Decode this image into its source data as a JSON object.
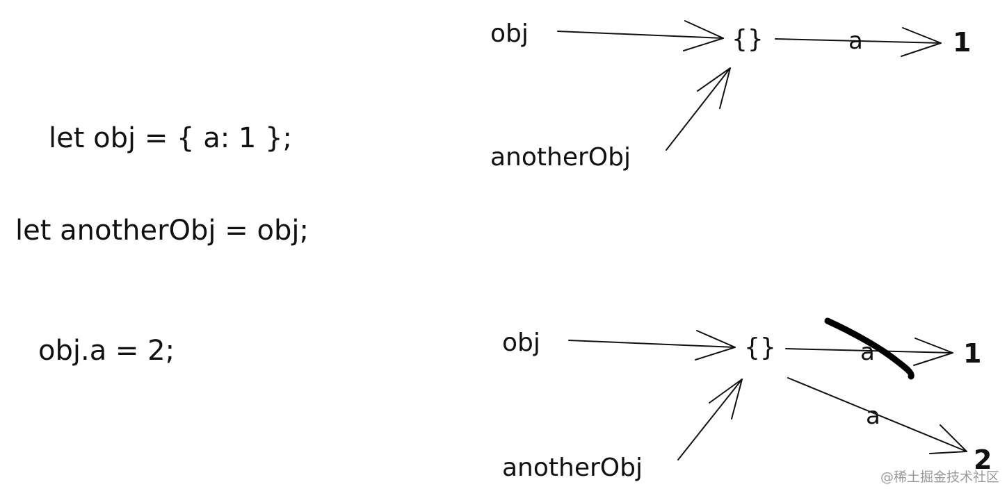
{
  "code": {
    "line1": "let obj = { a: 1 };",
    "line2": "let anotherObj = obj;",
    "line3": "obj.a = 2;"
  },
  "diagram_before": {
    "obj_label": "obj",
    "another_label": "anotherObj",
    "object_node": "{}",
    "edge_label": "a",
    "value": "1"
  },
  "diagram_after": {
    "obj_label": "obj",
    "another_label": "anotherObj",
    "object_node": "{}",
    "old_edge_label": "a",
    "old_value": "1",
    "new_edge_label": "a",
    "new_value": "2"
  },
  "watermark": "@稀土掘金技术社区"
}
